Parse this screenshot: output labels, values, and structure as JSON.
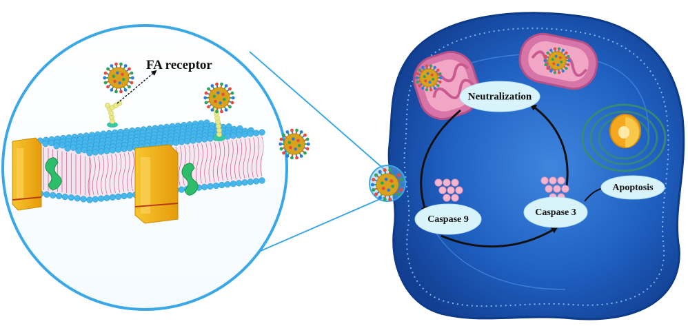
{
  "labels": {
    "fa_receptor": "FA receptor",
    "neutralization": "Neutralization",
    "caspase9": "Caspase 9",
    "caspase3": "Caspase 3",
    "apoptosis": "Apoptosis"
  },
  "colors": {
    "lens_border": "#3aa7e6",
    "cell_fill": "#1f63c4",
    "cell_dark": "#0d3b8a",
    "cell_edge": "#4b9bf0",
    "bubble": "#d9f3fb",
    "lipid_head": "#46b7ea",
    "lipid_tail": "#c04a7d",
    "channel": "#f2b318",
    "channel_dark": "#d99006",
    "protein": "#2ebd6b",
    "mito": "#f08ab3",
    "mito_inner": "#e86f9d",
    "nucleus": "#f4a81f",
    "dots": "#f7b6d0",
    "np_core": "#d8a21c",
    "np_spike_a": "#2aa65a",
    "np_spike_b": "#2f7bd8",
    "np_spike_c": "#e64c3c",
    "arrow": "#111111"
  }
}
